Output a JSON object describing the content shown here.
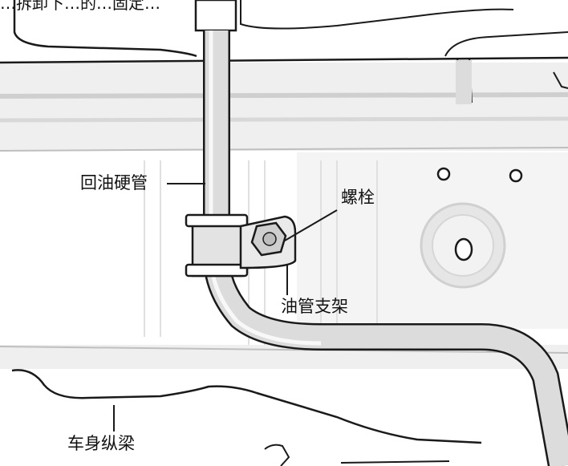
{
  "caption_fragment": "…拆卸下…的…固定…",
  "labels": {
    "return_pipe": "回油硬管",
    "bolt": "螺栓",
    "pipe_bracket": "油管支架",
    "frame_rail": "车身纵梁"
  },
  "colors": {
    "outline": "#1a1a1a",
    "shade": "#d9d9d9",
    "light": "#efefef",
    "background": "#ffffff"
  }
}
